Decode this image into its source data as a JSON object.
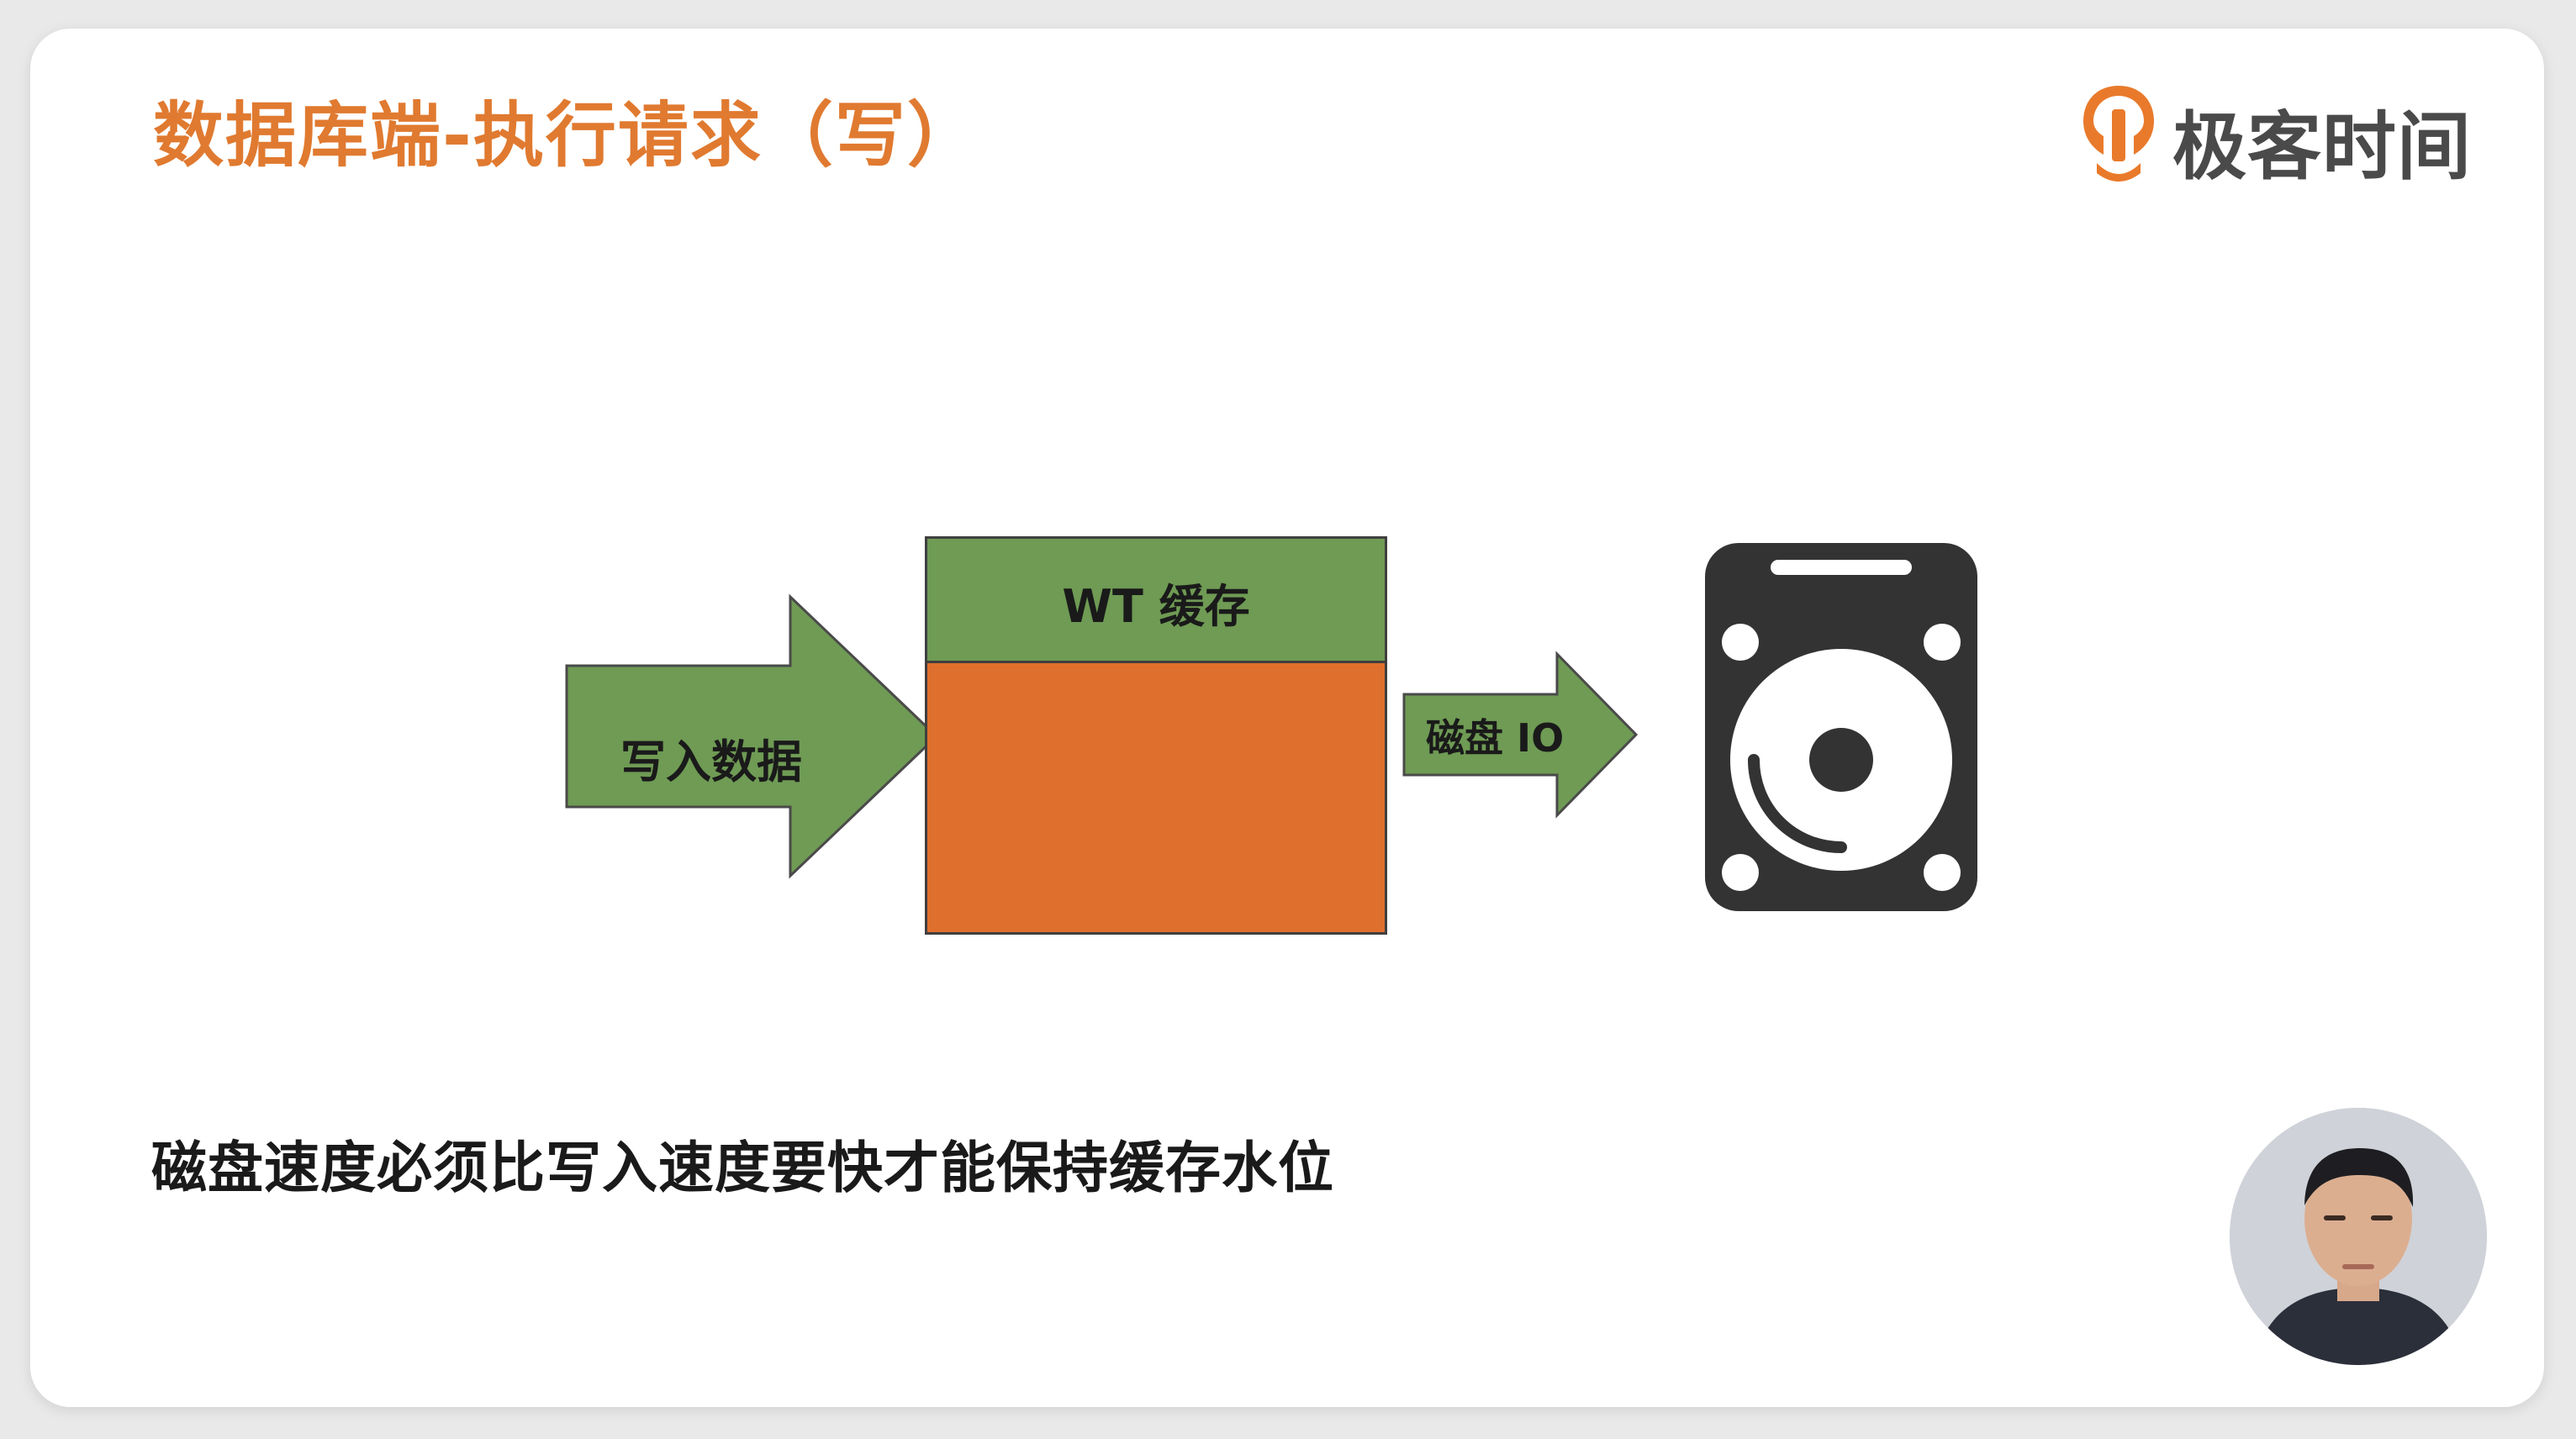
{
  "slide": {
    "title": "数据库端-执行请求（写）",
    "brand": {
      "name": "极客时间",
      "logo_icon": "geektime-logo-icon",
      "accent_color": "#e07a30"
    }
  },
  "diagram": {
    "write_arrow_label": "写入数据",
    "cache_label": "WT 缓存",
    "io_arrow_label": "磁盘 IO",
    "disk_icon": "hard-disk-icon",
    "colors": {
      "arrow_green": "#6f9b54",
      "cache_orange": "#df6f2c",
      "disk_dark": "#333333"
    }
  },
  "caption": "磁盘速度必须比写入速度要快才能保持缓存水位",
  "presenter": {
    "icon": "presenter-video-avatar"
  }
}
